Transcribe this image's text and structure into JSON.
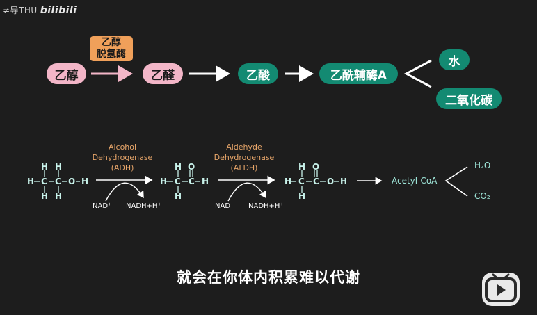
{
  "watermark": {
    "text": "≠导THU",
    "logo": "bilibili"
  },
  "top_flow": {
    "enzyme": {
      "line1": "乙醇",
      "line2": "脱氢酶"
    },
    "ethanol": "乙醇",
    "acetaldehyde": "乙醛",
    "acetic_acid": "乙酸",
    "acetyl_coa": "乙酰辅酶A",
    "water": "水",
    "co2": "二氧化碳"
  },
  "bottom_flow": {
    "enzyme1": {
      "line1": "Alcohol",
      "line2": "Dehydrogenase",
      "line3": "(ADH)"
    },
    "enzyme2": {
      "line1": "Aldehyde",
      "line2": "Dehydrogenase",
      "line3": "(ALDH)"
    },
    "cofactor_in": "NAD⁺",
    "cofactor_out": "NADH+H⁺",
    "acetyl_coa": "Acetyl-CoA",
    "h2o": "H₂O",
    "co2": "CO₂",
    "atoms": {
      "H": "H",
      "C": "C",
      "O": "O"
    }
  },
  "subtitle": "就会在你体内积累难以代谢",
  "colors": {
    "pink": "#f3b6c8",
    "teal": "#138a72",
    "enzyme_orange": "#f0a05a",
    "label_orange": "#e8a66a"
  },
  "icons": {
    "play": "play-button-icon"
  }
}
